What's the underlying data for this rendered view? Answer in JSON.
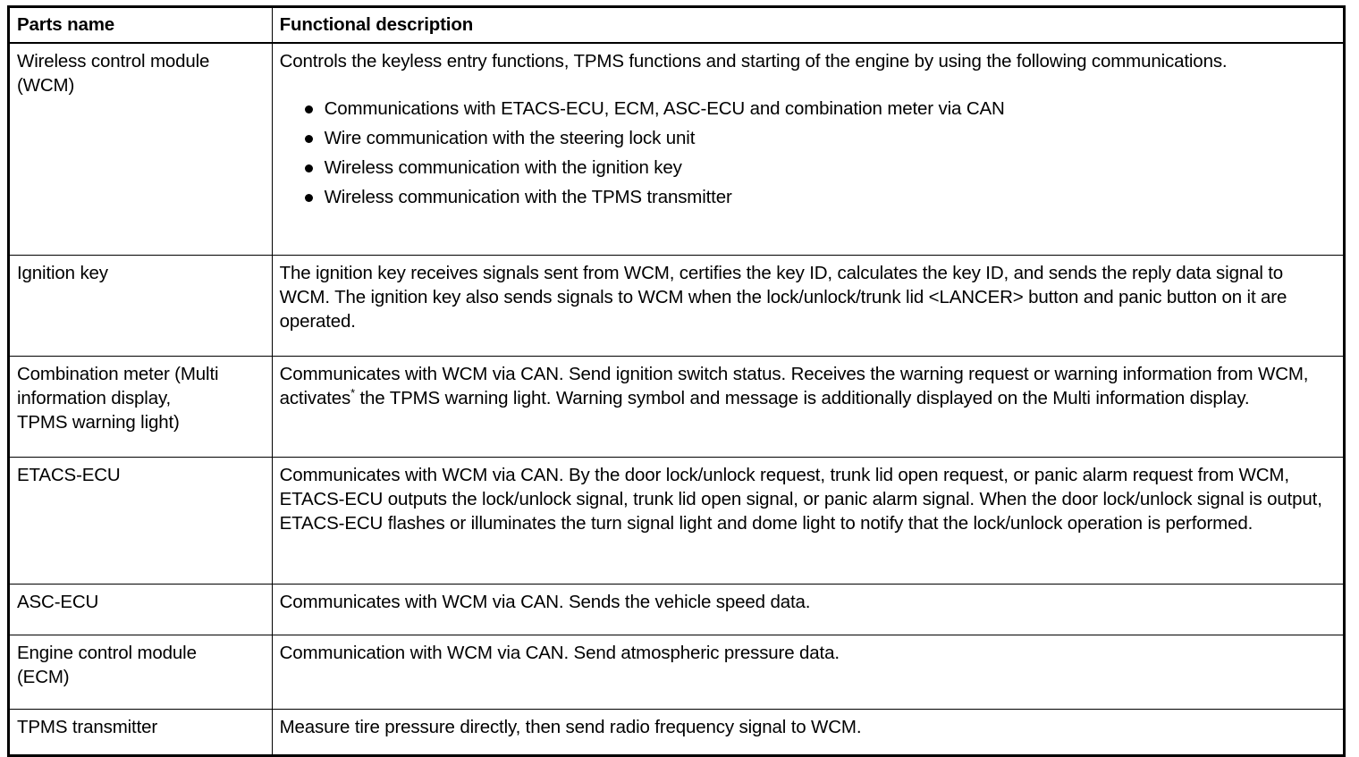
{
  "table": {
    "headers": {
      "parts_name": "Parts name",
      "functional_description": "Functional description"
    },
    "rows": [
      {
        "name_line1": "Wireless control module",
        "name_line2": "(WCM)",
        "desc_intro": "Controls the keyless entry functions, TPMS functions and starting of the engine by using the following communications.",
        "bullets": [
          "Communications with ETACS-ECU, ECM, ASC-ECU and combination meter via CAN",
          "Wire communication with the steering lock unit",
          "Wireless communication with the ignition key",
          "Wireless communication with the TPMS transmitter"
        ]
      },
      {
        "name_line1": "Ignition key",
        "name_line2": "",
        "desc_intro": "The ignition key receives signals sent from WCM, certifies the key ID, calculates the key ID, and sends the reply data signal to WCM. The ignition key also sends signals to WCM when the lock/unlock/trunk lid <LANCER> button and panic button on it are operated.",
        "bullets": []
      },
      {
        "name_line1": "Combination meter (Multi",
        "name_line2": "information display,",
        "name_line3": "TPMS warning light)",
        "desc_part1": "Communicates with WCM via CAN. Send ignition switch status. Receives the warning request or warning information from WCM, activates",
        "desc_superscript": "*",
        "desc_part2": " the TPMS warning light. Warning symbol and message is additionally displayed on the Multi information display.",
        "bullets": []
      },
      {
        "name_line1": "ETACS-ECU",
        "name_line2": "",
        "desc_intro": "Communicates with WCM via CAN. By the door lock/unlock request, trunk lid open request, or panic alarm request from WCM, ETACS-ECU outputs the lock/unlock signal, trunk lid open signal, or panic alarm signal. When the door lock/unlock signal is output, ETACS-ECU flashes or illuminates the turn signal light and dome light to notify that the lock/unlock operation is performed.",
        "bullets": []
      },
      {
        "name_line1": "ASC-ECU",
        "name_line2": "",
        "desc_intro": "Communicates with WCM via CAN. Sends the vehicle speed data.",
        "bullets": []
      },
      {
        "name_line1": "Engine control module",
        "name_line2": "(ECM)",
        "desc_intro": "Communication with WCM via CAN. Send atmospheric pressure data.",
        "bullets": []
      },
      {
        "name_line1": "TPMS transmitter",
        "name_line2": "",
        "desc_intro": "Measure tire pressure directly, then send radio frequency signal to WCM.",
        "bullets": []
      }
    ]
  },
  "colors": {
    "border": "#000000",
    "text": "#000000",
    "background": "#ffffff"
  }
}
